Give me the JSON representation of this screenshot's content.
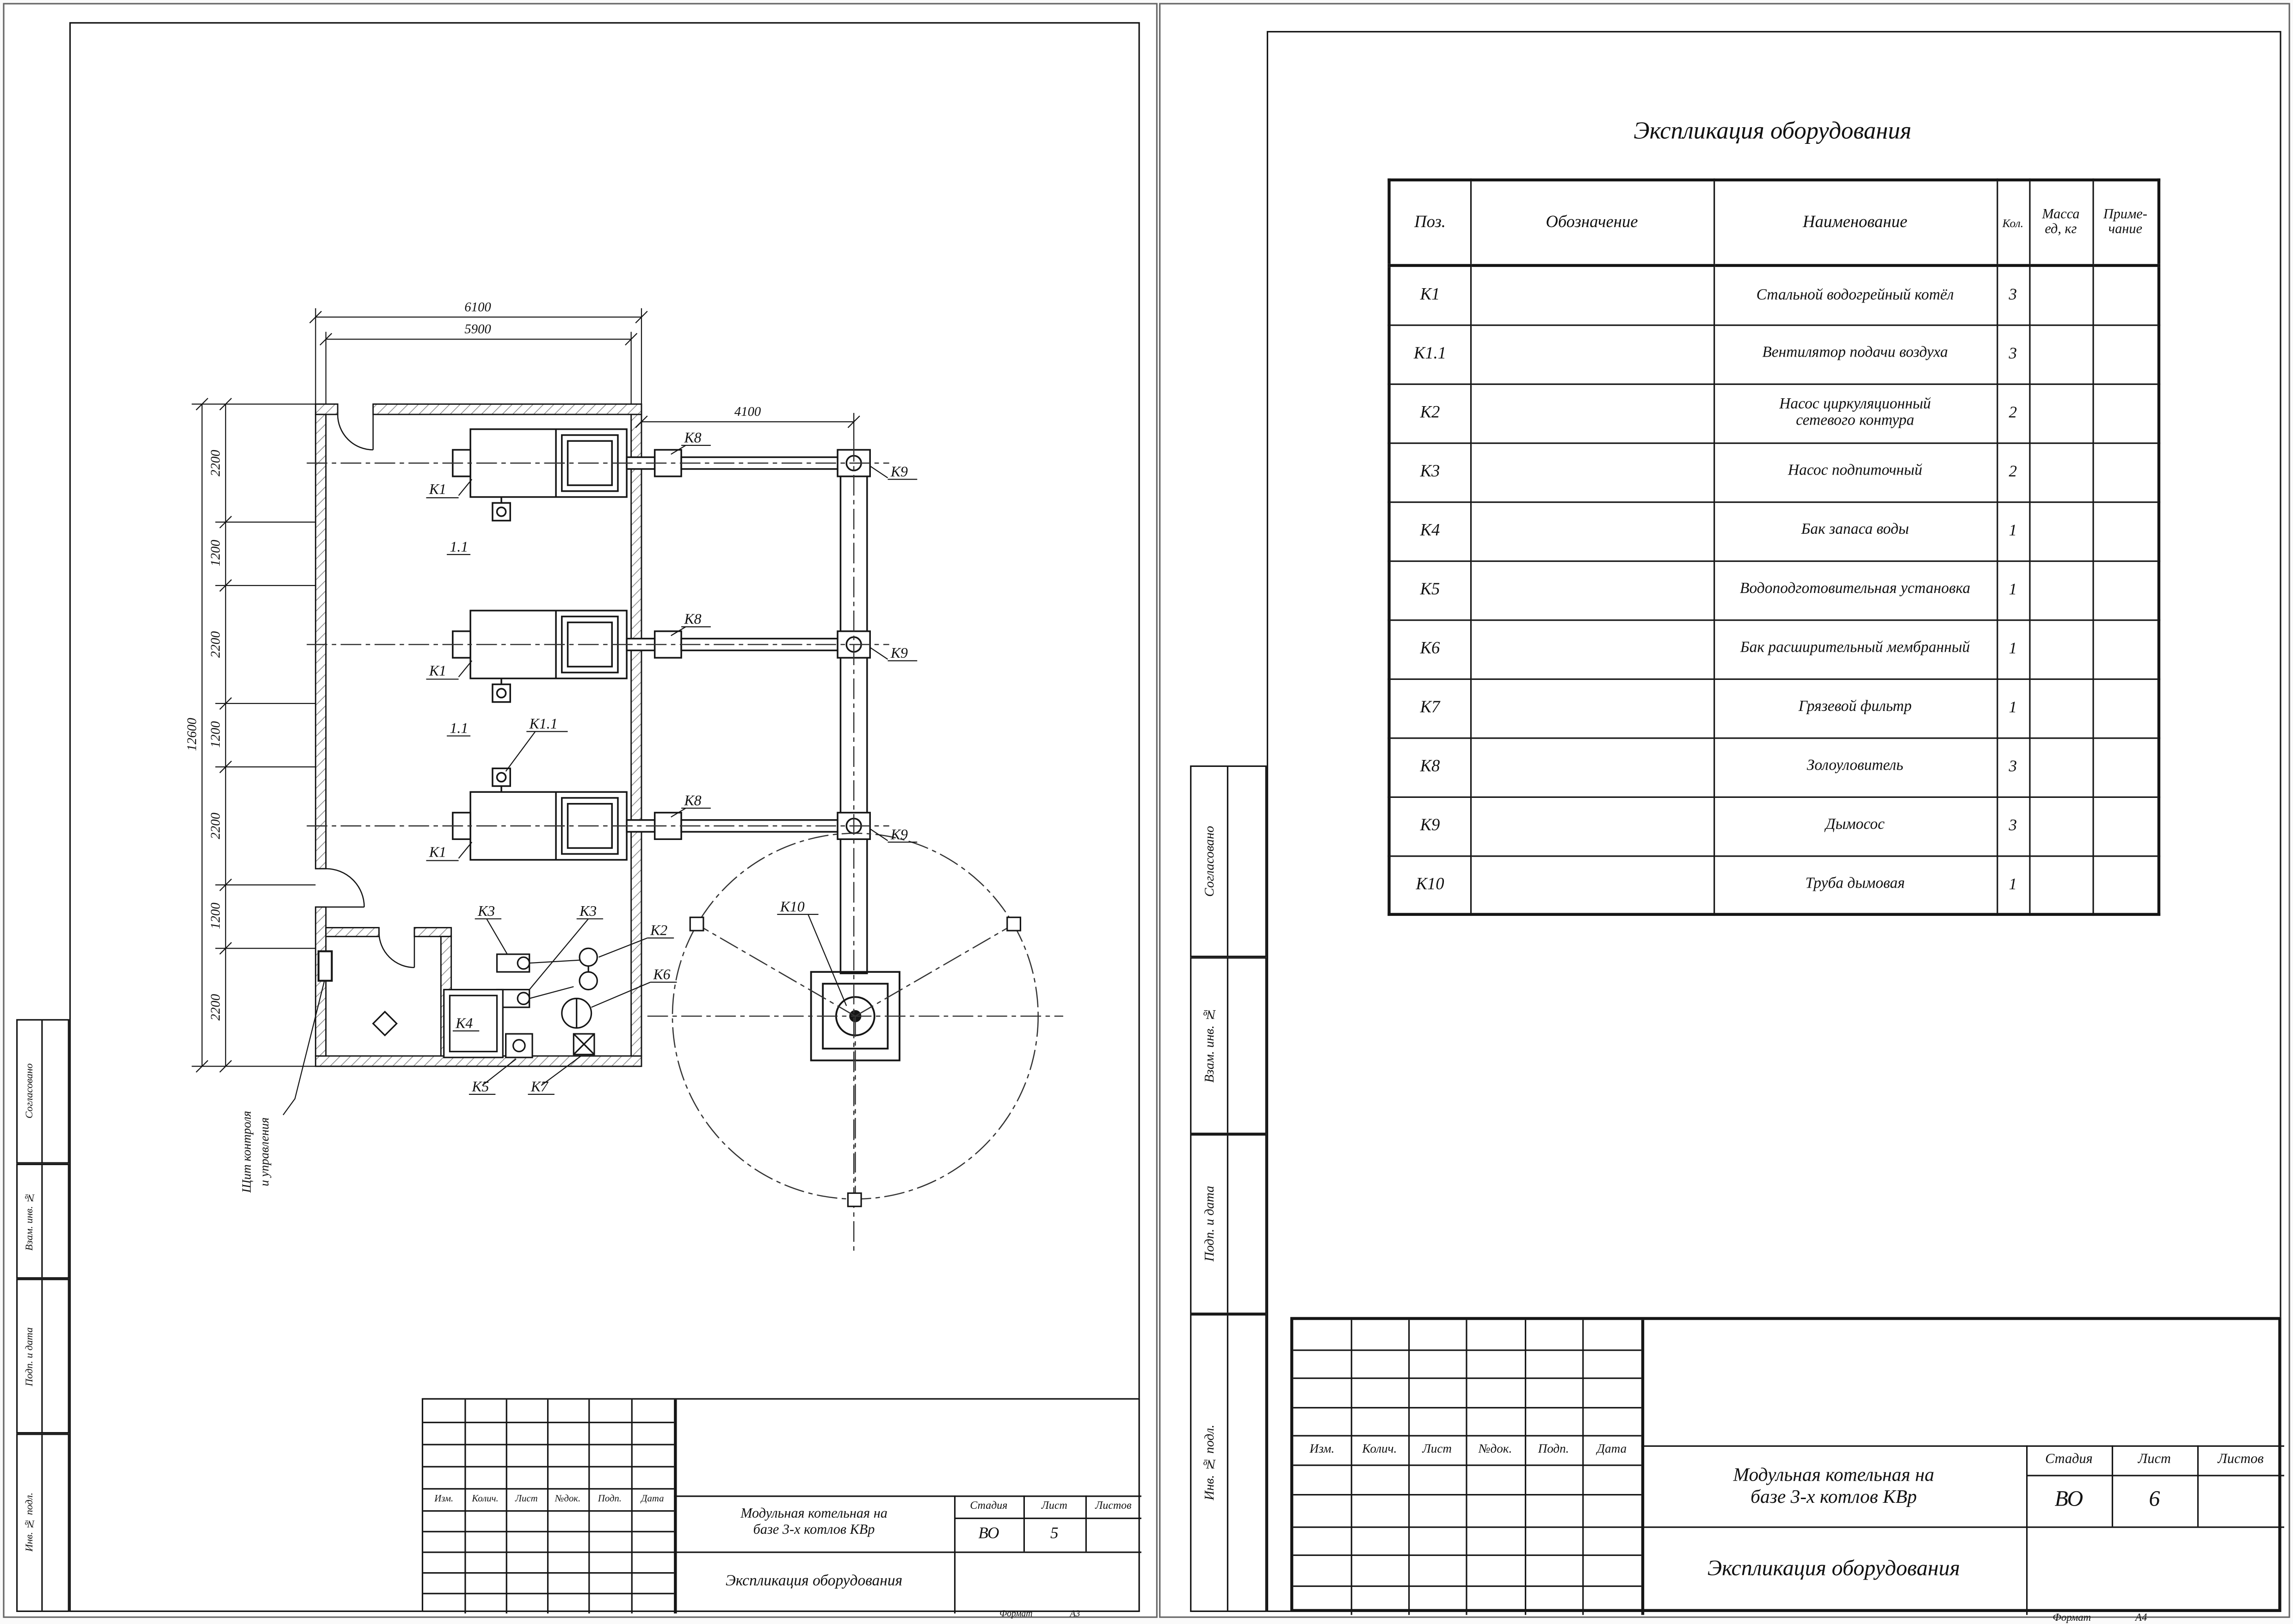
{
  "left_sheet": {
    "stamps": [
      "Согласовано",
      "Взам. инв. №",
      "Подп. и дата",
      "Инв. № подл."
    ],
    "plan": {
      "dim_top_outer": "6100",
      "dim_top_inner": "5900",
      "dim_flue": "4100",
      "dim_total_left": "12600",
      "dim_left_segments": [
        "2200",
        "1200",
        "2200",
        "1200",
        "2200",
        "1200",
        "2200"
      ],
      "labels": {
        "k1": "К1",
        "k11": "К1.1",
        "section": "1.1",
        "k2": "К2",
        "k3": "К3",
        "k4": "К4",
        "k5": "К5",
        "k6": "К6",
        "k7": "К7",
        "k8": "К8",
        "k9": "К9",
        "k10": "К10",
        "panel_line1": "Щит контроля",
        "panel_line2": "и управления"
      }
    },
    "title_block": {
      "cols": [
        "Изм.",
        "Колич.",
        "Лист",
        "№док.",
        "Подп.",
        "Дата"
      ],
      "project_line1": "Модульная котельная на",
      "project_line2": "базе 3-х котлов КВр",
      "stage_label": "Стадия",
      "sheet_label": "Лист",
      "sheets_label": "Листов",
      "stage": "ВО",
      "sheet": "5",
      "doc_name": "Экспликация оборудования",
      "format_label": "Формат",
      "format": "А3"
    }
  },
  "right_sheet": {
    "stamps": [
      "Согласовано",
      "Взам. инв. №",
      "Подп. и дата",
      "Инв. № подл."
    ],
    "table_title": "Экспликация оборудования",
    "table": {
      "h_pos": "Поз.",
      "h_desig": "Обозначение",
      "h_name": "Наименование",
      "h_qty": "Кол.",
      "h_mass1": "Масса",
      "h_mass2": "ед, кг",
      "h_note1": "Приме-",
      "h_note2": "чание",
      "rows": [
        {
          "pos": "К1",
          "desig": "",
          "name": "Стальной водогрейный котёл",
          "qty": "3",
          "mass": "",
          "note": ""
        },
        {
          "pos": "К1.1",
          "desig": "",
          "name": "Вентилятор подачи воздуха",
          "qty": "3",
          "mass": "",
          "note": ""
        },
        {
          "pos": "К2",
          "desig": "",
          "name": "Насос циркуляционный\nсетевого контура",
          "qty": "2",
          "mass": "",
          "note": ""
        },
        {
          "pos": "К3",
          "desig": "",
          "name": "Насос подпиточный",
          "qty": "2",
          "mass": "",
          "note": ""
        },
        {
          "pos": "К4",
          "desig": "",
          "name": "Бак запаса воды",
          "qty": "1",
          "mass": "",
          "note": ""
        },
        {
          "pos": "К5",
          "desig": "",
          "name": "Водоподготовительная установка",
          "qty": "1",
          "mass": "",
          "note": ""
        },
        {
          "pos": "К6",
          "desig": "",
          "name": "Бак расширительный мембранный",
          "qty": "1",
          "mass": "",
          "note": ""
        },
        {
          "pos": "К7",
          "desig": "",
          "name": "Грязевой фильтр",
          "qty": "1",
          "mass": "",
          "note": ""
        },
        {
          "pos": "К8",
          "desig": "",
          "name": "Золоуловитель",
          "qty": "3",
          "mass": "",
          "note": ""
        },
        {
          "pos": "К9",
          "desig": "",
          "name": "Дымосос",
          "qty": "3",
          "mass": "",
          "note": ""
        },
        {
          "pos": "К10",
          "desig": "",
          "name": "Труба дымовая",
          "qty": "1",
          "mass": "",
          "note": ""
        }
      ]
    },
    "title_block": {
      "cols": [
        "Изм.",
        "Колич.",
        "Лист",
        "№док.",
        "Подп.",
        "Дата"
      ],
      "project_line1": "Модульная котельная на",
      "project_line2": "базе 3-х котлов КВр",
      "stage_label": "Стадия",
      "sheet_label": "Лист",
      "sheets_label": "Листов",
      "stage": "ВО",
      "sheet": "6",
      "doc_name": "Экспликация оборудования",
      "format_label": "Формат",
      "format": "А4"
    }
  }
}
